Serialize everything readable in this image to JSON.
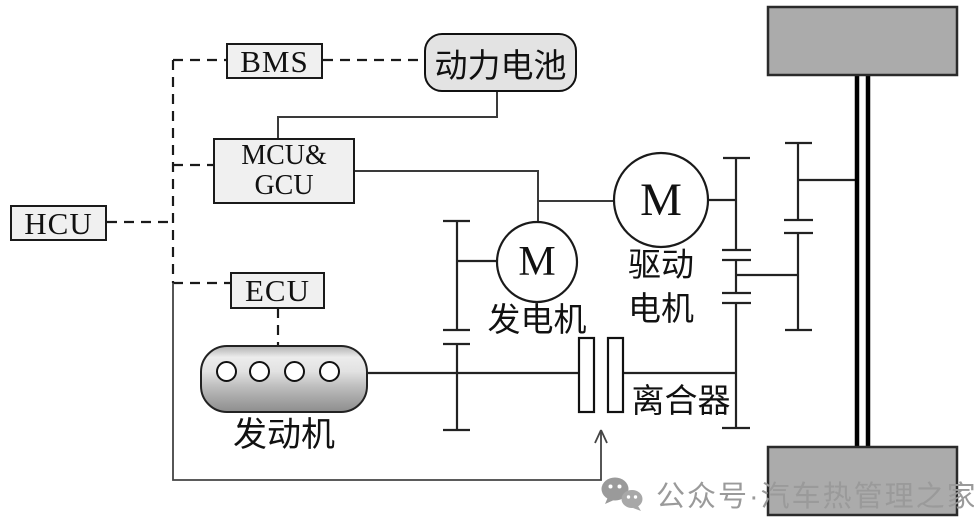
{
  "control_units": {
    "hcu": "HCU",
    "bms": "BMS",
    "mcu_gcu_line1": "MCU&",
    "mcu_gcu_line2": "GCU",
    "ecu": "ECU"
  },
  "components": {
    "battery": "动力电池",
    "engine": "发动机",
    "generator": "发电机",
    "generator_motor_symbol": "M",
    "drive_motor_symbol": "M",
    "drive_motor_line1": "驱动",
    "drive_motor_line2": "电机",
    "clutch": "离合器"
  },
  "watermark": {
    "text": "公众号·汽车热管理之家"
  },
  "colors": {
    "box_fill": "#f0f0f0",
    "battery_fill": "#e3e3e3",
    "wheel_fill": "#ababab",
    "solid_line": "#333333",
    "dashed_line": "#1a1a1a",
    "watermark_gray": "#9a9a9a"
  }
}
